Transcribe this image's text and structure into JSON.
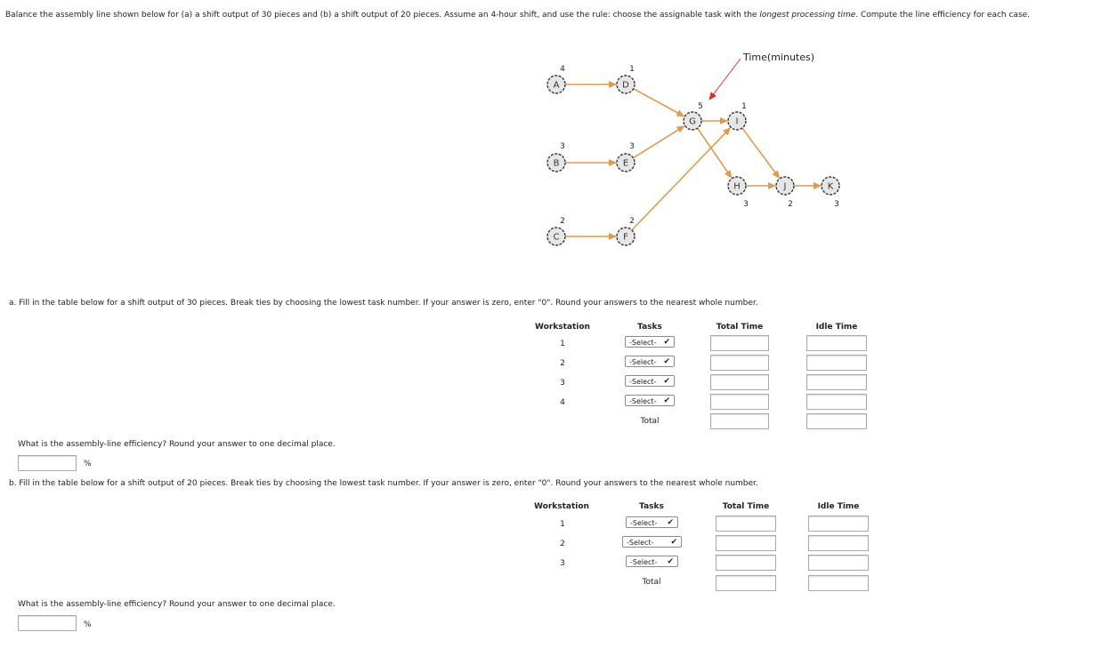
{
  "prompt": {
    "before_italic": "Balance the assembly line shown below for (a) a shift output of 30 pieces and (b) a shift output of 20 pieces. Assume an 4-hour shift, and use the rule: choose the assignable task with the ",
    "italic": "longest processing time",
    "after_italic": ". Compute the line efficiency for each case."
  },
  "diagram": {
    "caption": "Time(minutes)",
    "nodes": [
      {
        "id": "A",
        "time": "4"
      },
      {
        "id": "B",
        "time": "3"
      },
      {
        "id": "C",
        "time": "2"
      },
      {
        "id": "D",
        "time": "1"
      },
      {
        "id": "E",
        "time": "3"
      },
      {
        "id": "F",
        "time": "2"
      },
      {
        "id": "G",
        "time": "5"
      },
      {
        "id": "I",
        "time": "1"
      },
      {
        "id": "H",
        "time": "3"
      },
      {
        "id": "J",
        "time": "2"
      },
      {
        "id": "K",
        "time": "3"
      }
    ],
    "arrow_color": "#e09a4c",
    "pointer_color": "#d9302c"
  },
  "part_a": {
    "instruction": "a. Fill in the table below for a shift output of 30 pieces. Break ties by choosing the lowest task number. If your answer is zero, enter \"0\". Round your answers to the nearest whole number.",
    "headers": {
      "workstation": "Workstation",
      "tasks": "Tasks",
      "total_time": "Total Time",
      "idle_time": "Idle Time"
    },
    "rows": [
      {
        "ws": "1",
        "select": "-Select-"
      },
      {
        "ws": "2",
        "select": "-Select-"
      },
      {
        "ws": "3",
        "select": "-Select-"
      },
      {
        "ws": "4",
        "select": "-Select-"
      }
    ],
    "total_label": "Total",
    "efficiency_question": "What is the assembly-line efficiency? Round your answer to one decimal place.",
    "efficiency_value": "",
    "efficiency_unit": "%"
  },
  "part_b": {
    "instruction": "b. Fill in the table below for a shift output of 20 pieces. Break ties by choosing the lowest task number. If your answer is zero, enter \"0\". Round your answers to the nearest whole number.",
    "headers": {
      "workstation": "Workstation",
      "tasks": "Tasks",
      "total_time": "Total Time",
      "idle_time": "Idle Time"
    },
    "rows": [
      {
        "ws": "1",
        "select": "-Select-"
      },
      {
        "ws": "2",
        "select": "-Select-"
      },
      {
        "ws": "3",
        "select": "-Select-"
      }
    ],
    "total_label": "Total",
    "efficiency_question": "What is the assembly-line efficiency? Round your answer to one decimal place.",
    "efficiency_value": "",
    "efficiency_unit": "%"
  }
}
